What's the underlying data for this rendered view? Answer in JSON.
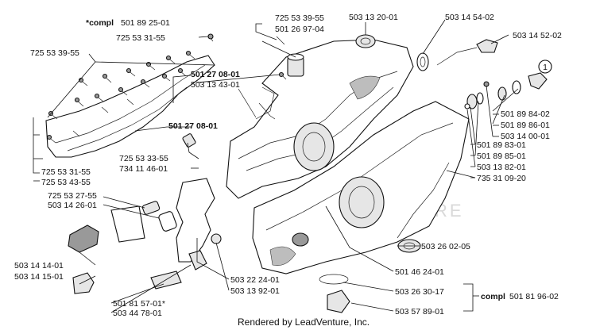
{
  "labels": {
    "compl_top_prefix": "*compl",
    "compl_top_num": "501 89 25-01",
    "l_725_53_31_55_a": "725 53 31-55",
    "l_725_53_39_55_a": "725 53 39-55",
    "l_725_53_39_55_b": "725 53 39-55",
    "l_501_26_97_04": "501 26 97-04",
    "l_503_13_20_01": "503 13 20-01",
    "l_503_14_54_02": "503 14 54-02",
    "l_503_14_52_02": "503 14 52-02",
    "l_501_27_08_01_a": "501 27 08-01",
    "l_503_13_43_01": "503 13 43-01",
    "l_501_27_08_01_b": "501 27 08-01",
    "l_725_53_33_55": "725 53 33-55",
    "l_734_11_46_01": "734 11 46-01",
    "l_725_53_31_55_b": "725 53 31-55",
    "l_725_53_43_55": "725 53 43-55",
    "l_725_53_27_55": "725 53 27-55",
    "l_503_14_26_01": "503 14 26-01",
    "l_501_89_84_02": "501 89 84-02",
    "l_501_89_86_01": "501 89 86-01",
    "l_503_14_00_01": "503 14 00-01",
    "l_501_89_83_01": "501 89 83-01",
    "l_501_89_85_01": "501 89 85-01",
    "l_503_13_82_01": "503 13 82-01",
    "l_735_31_09_20": "735 31 09-20",
    "l_503_26_02_05": "503 26 02-05",
    "l_503_14_14_01": "503 14 14-01",
    "l_503_14_15_01": "503 14 15-01",
    "l_503_22_24_01": "503 22 24-01",
    "l_503_13_92_01": "503 13 92-01",
    "l_501_46_24_01": "501 46 24-01",
    "l_503_26_30_17": "503 26 30-17",
    "compl_bottom_prefix": "compl",
    "compl_bottom_num": "501 81 96-02",
    "l_501_81_57_01": "501 81 57-01*",
    "l_503_44_78_01": "503 44 78-01",
    "l_503_57_89_01": "503 57 89-01",
    "callout_number": "1",
    "footer_credit": "Rendered by LeadVenture, Inc."
  },
  "watermark": "LEADVENTURE",
  "colors": {
    "ink": "#111111",
    "paper": "#ffffff",
    "watermark": "#d9d9d9"
  }
}
